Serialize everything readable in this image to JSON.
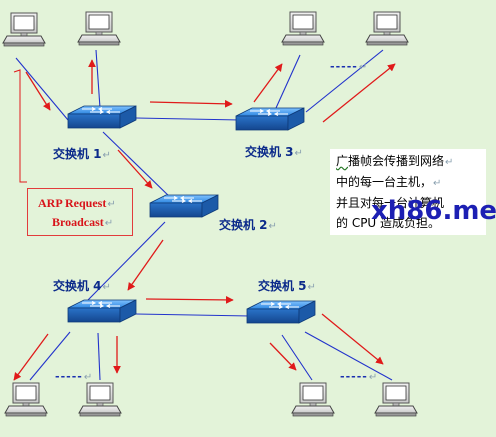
{
  "switches": {
    "s1": {
      "label": "交换机 1"
    },
    "s2": {
      "label": "交换机 2"
    },
    "s3": {
      "label": "交换机 3"
    },
    "s4": {
      "label": "交换机 4"
    },
    "s5": {
      "label": "交换机 5"
    }
  },
  "paragraph_mark": "↵",
  "ellipsis": "-----",
  "arp_box": {
    "line1": "ARP Request",
    "line2": "Broadcast"
  },
  "note": {
    "line1_a": "广",
    "line1_b": "播帧会传播到网络",
    "line2": "中的每一台主机，",
    "line3": "并且对每一台计算机",
    "line4": "的 CPU 造成负担。"
  },
  "watermark": "xh86.me",
  "colors": {
    "background": "#e3f3d9",
    "link": "#2233cc",
    "arrow": "#e01a1a",
    "switch": "#2e7fd6",
    "label": "#0b2a8a"
  }
}
